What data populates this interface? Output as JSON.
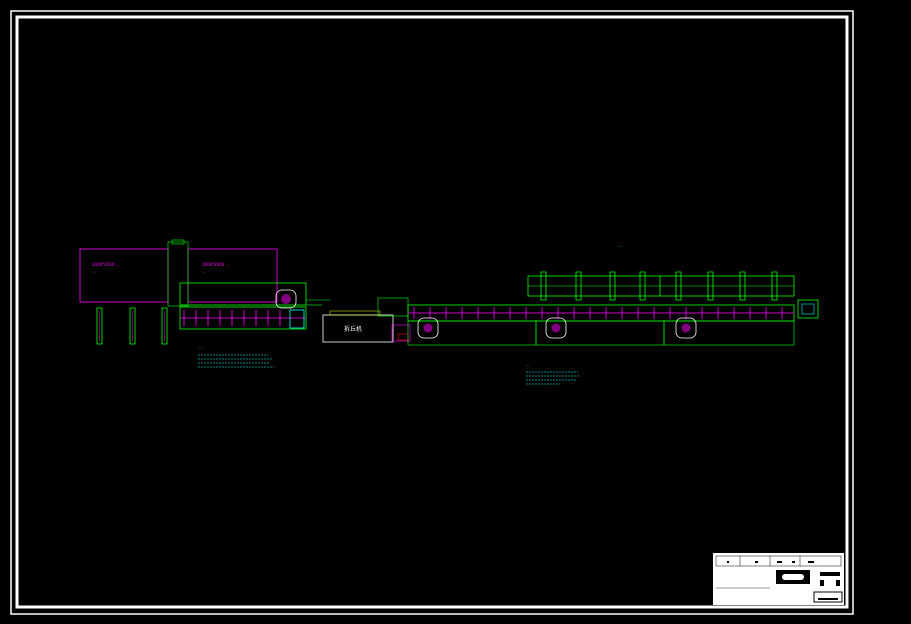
{
  "drawing": {
    "background": "#000000",
    "frame_color": "#ffffff",
    "colors": {
      "green": "#00ff00",
      "magenta": "#ff00ff",
      "cyan": "#00ffff",
      "white": "#ffffff"
    },
    "labels": {
      "magenta_box_left": "1000*2000  ...",
      "magenta_box_left_sub": "...",
      "magenta_box_right": "1000*2000  ...",
      "magenta_box_right_sub": "...",
      "center_machine": "拆丘机",
      "top_right_caption": "...",
      "note_left_title": "...",
      "note_right_title": "..."
    }
  }
}
